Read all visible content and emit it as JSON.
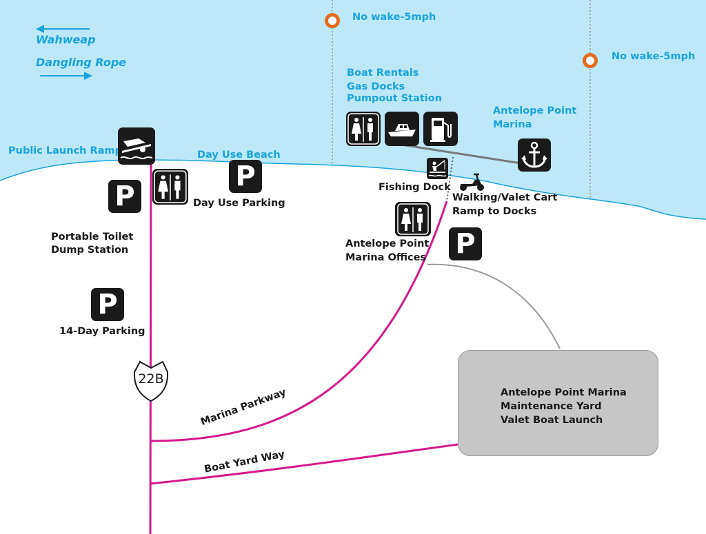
{
  "map": {
    "colors": {
      "water": "#bde8f8",
      "label_blue": "#1ba3dc",
      "road_magenta": "#d6198c",
      "buoy_orange": "#e36b1c",
      "icon_black": "#1a1a1a",
      "yard_gray": "#c6c6c6"
    },
    "water_labels": {
      "wahweap": "Wahweap",
      "dangling_rope": "Dangling Rope",
      "no_wake_1": "No wake-5mph",
      "no_wake_2": "No wake-5mph",
      "boat_rentals": "Boat Rentals",
      "gas_docks": "Gas Docks",
      "pumpout_station": "Pumpout Station",
      "antelope_point_marina_1": "Antelope Point",
      "antelope_point_marina_2": "Marina",
      "public_launch_ramp": "Public Launch Ramp",
      "day_use_beach": "Day Use Beach"
    },
    "land_labels": {
      "day_use_parking": "Day Use Parking",
      "portable_toilet": "Portable Toilet",
      "dump_station": "Dump Station",
      "fourteen_day_parking": "14-Day Parking",
      "fishing_dock": "Fishing Dock",
      "walking_valet_cart": "Walking/Valet Cart",
      "ramp_to_docks": "Ramp to Docks",
      "marina_offices_1": "Antelope Point",
      "marina_offices_2": "Marina Offices"
    },
    "maintenance_yard": {
      "line1": "Antelope Point Marina",
      "line2": "Maintenance Yard",
      "line3": "Valet Boat Launch"
    },
    "roads": {
      "marina_parkway": "Marina Parkway",
      "boat_yard_way": "Boat Yard Way",
      "route_shield": "22B"
    },
    "parking_symbol": "P",
    "icons": [
      "boat-launch-icon",
      "restroom-icon",
      "parking-icon",
      "boat-icon",
      "fuel-pump-icon",
      "anchor-icon",
      "fishing-icon",
      "scooter-icon",
      "buoy-icon",
      "arrow-left-icon",
      "arrow-right-icon"
    ]
  }
}
